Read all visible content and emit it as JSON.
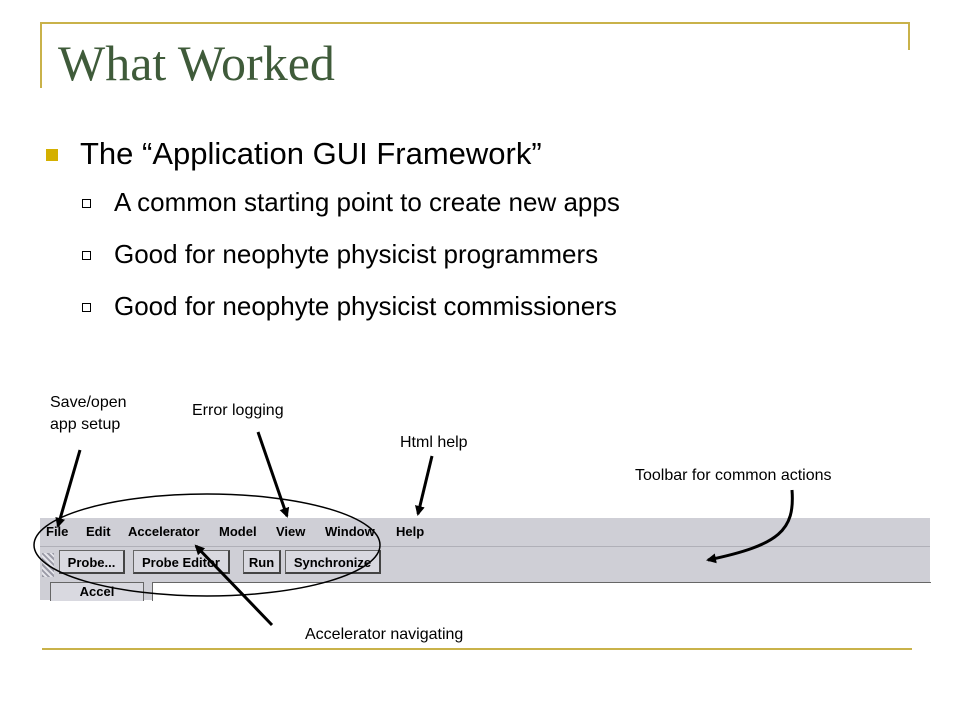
{
  "slide": {
    "title": "What Worked",
    "bullet": "The “Application GUI Framework”",
    "sub_bullets": [
      "A common starting point to create new apps",
      "Good for neophyte physicist programmers",
      "Good for neophyte physicist commissioners"
    ]
  },
  "annotations": {
    "save_open": "Save/open\napp setup",
    "error_logging": "Error logging",
    "html_help": "Html help",
    "toolbar": "Toolbar for common actions",
    "accelerator": "Accelerator navigating"
  },
  "app": {
    "menu": [
      "File",
      "Edit",
      "Accelerator",
      "Model",
      "View",
      "Window",
      "Help"
    ],
    "toolbar": [
      "Probe...",
      "Probe Editor",
      "Run",
      "Synchronize"
    ],
    "tab": "Accel"
  },
  "colors": {
    "title": "#3f5b3a",
    "accent": "#c9b24a",
    "bullet": "#d4b000"
  }
}
